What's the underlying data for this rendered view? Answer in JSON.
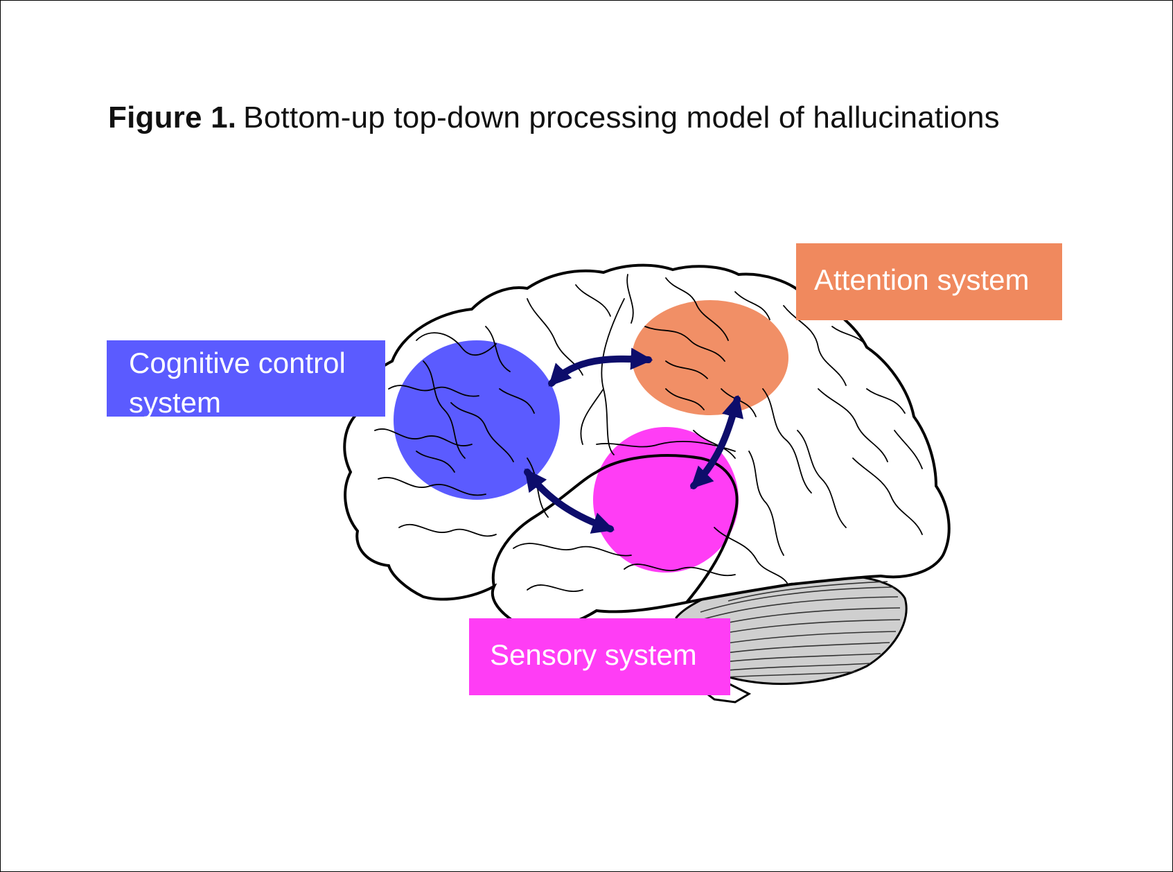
{
  "figure": {
    "label": "Figure 1.",
    "title": "Bottom-up top-down processing model of hallucinations"
  },
  "regions": {
    "cognitive": {
      "label_line1": "Cognitive control",
      "label_line2": "system",
      "color": "#5b5bff"
    },
    "attention": {
      "label": "Attention system",
      "color": "#f0895e"
    },
    "sensory": {
      "label": "Sensory system",
      "color": "#ff3df5"
    }
  },
  "colors": {
    "arrow": "#0d0d6b",
    "brain_outline": "#000000",
    "cerebellum": "#cfcfcf"
  },
  "connections": [
    {
      "from": "cognitive",
      "to": "attention",
      "direction": "bidirectional"
    },
    {
      "from": "cognitive",
      "to": "sensory",
      "direction": "bidirectional"
    },
    {
      "from": "attention",
      "to": "sensory",
      "direction": "bidirectional"
    }
  ]
}
